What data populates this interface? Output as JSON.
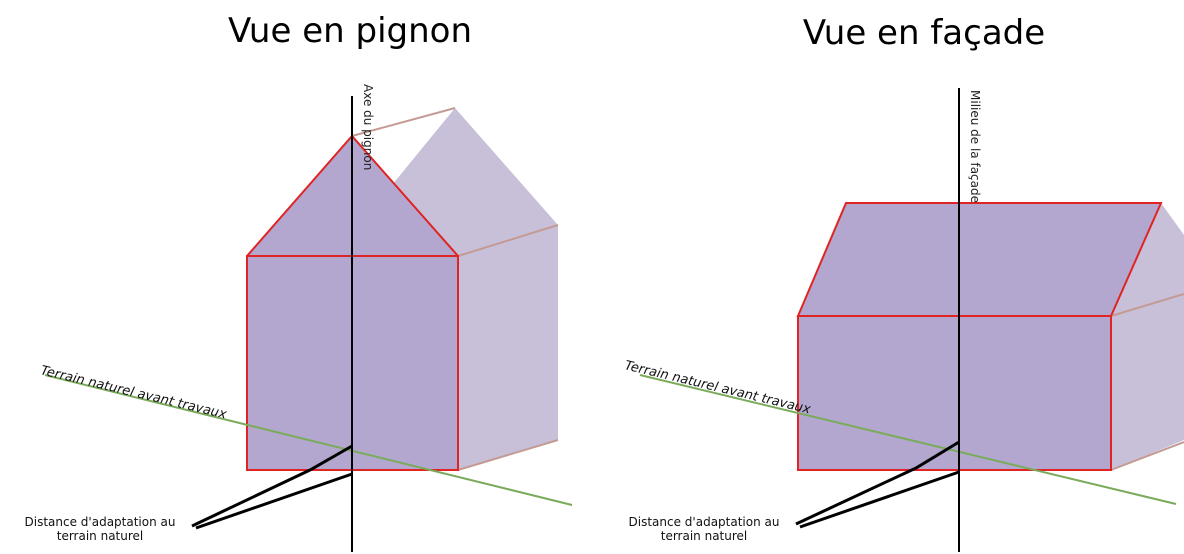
{
  "left": {
    "title": "Vue en pignon",
    "axis_label": "Axe du pignon",
    "terrain_label": "Terrain naturel avant travaux",
    "distance_label_line1": "Distance d'adaptation au",
    "distance_label_line2": "terrain naturel"
  },
  "right": {
    "title": "Vue en façade",
    "axis_label": "Milieu de la façade",
    "terrain_label": "Terrain naturel avant travaux",
    "distance_label_line1": "Distance d'adaptation au",
    "distance_label_line2": "terrain naturel"
  },
  "colors": {
    "wall_fill": "#b3a7cf",
    "side_fill": "#c8c0d8",
    "edge": "#e02323",
    "terrain_line": "#79ab5a"
  }
}
